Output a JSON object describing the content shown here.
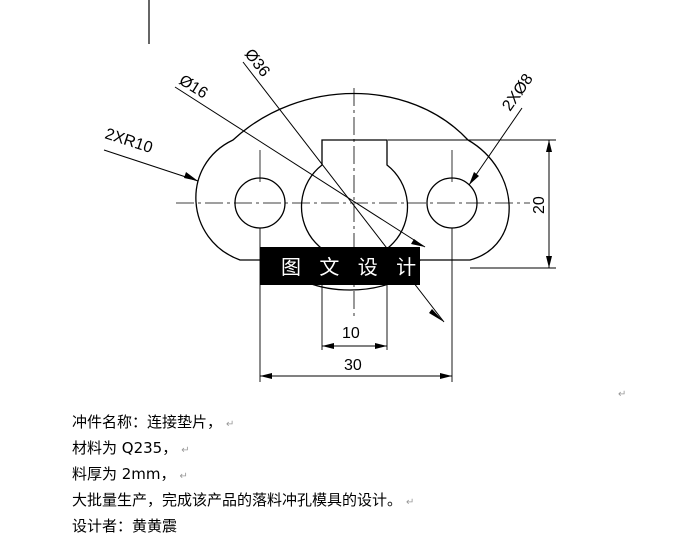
{
  "drawing": {
    "dimensions": {
      "holes": "2XØ8",
      "small_radius": "2XR10",
      "dia16": "Ø16",
      "dia36": "Ø36",
      "height": "20",
      "width_10": "10",
      "width_30": "30"
    },
    "watermark": "图 文 设 计"
  },
  "text": {
    "line1": "冲件名称：连接垫片，",
    "line2": "材料为 Q235，",
    "line3": "料厚为 2mm，",
    "line4": "大批量生产，完成该产品的落料冲孔模具的设计。",
    "line5": "设计者：黄黄震"
  },
  "marks": {
    "return": "↵"
  }
}
